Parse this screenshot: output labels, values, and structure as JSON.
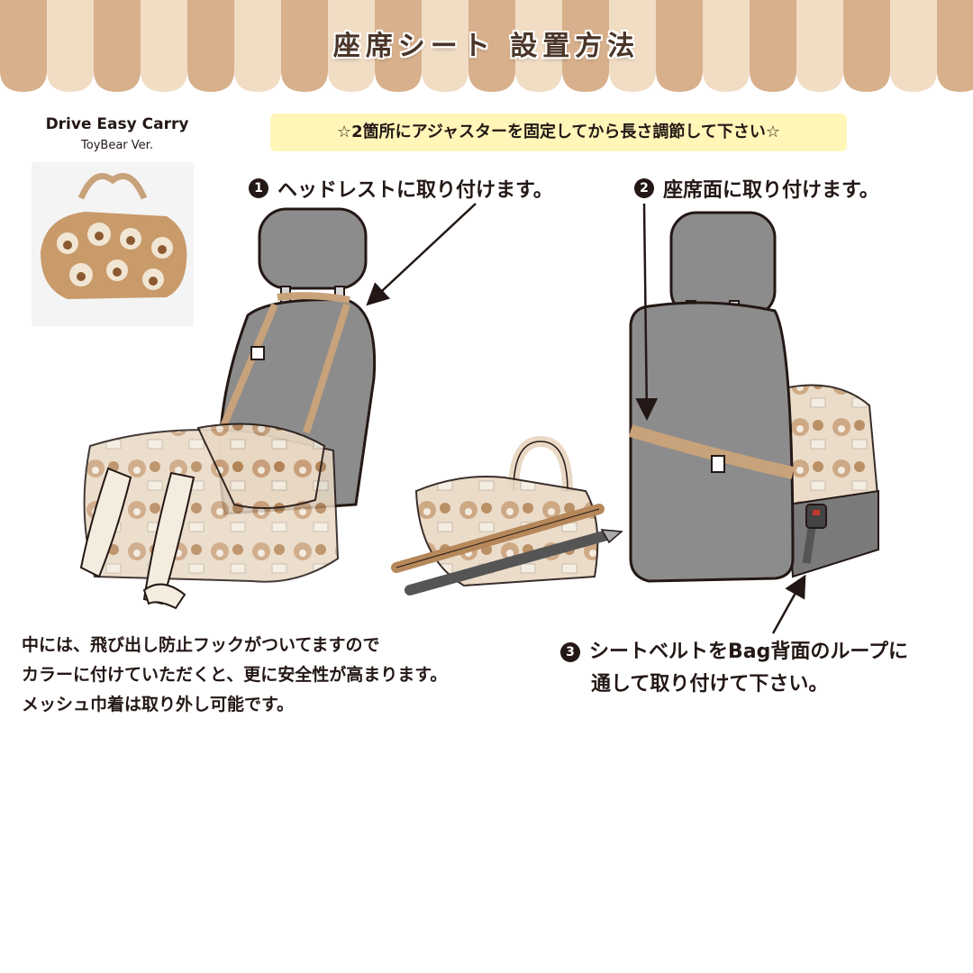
{
  "header": {
    "title": "座席シート 設置方法"
  },
  "product": {
    "name": "Drive Easy Carry",
    "version": "ToyBear Ver."
  },
  "banner": {
    "text": "☆2箇所にアジャスターを固定してから長さ調節して下さい☆"
  },
  "steps": [
    {
      "number": "1",
      "text": "ヘッドレストに取り付けます。"
    },
    {
      "number": "2",
      "text": "座席面に取り付けます。"
    },
    {
      "number": "3",
      "lines": [
        "シートベルトをBag背面のループに",
        "通して取り付けて下さい。"
      ]
    }
  ],
  "note": {
    "lines": [
      "中には、飛び出し防止フックがついてますので",
      "カラーに付けていただくと、更に安全性が高まります。",
      "メッシュ巾着は取り外し可能です。"
    ]
  },
  "colors": {
    "awning_dark": "#d8b08c",
    "awning_light": "#f1dcc4",
    "strap": "#c8a27a",
    "seat": "#8c8c8c",
    "banner_bg": "#fff6b8"
  }
}
